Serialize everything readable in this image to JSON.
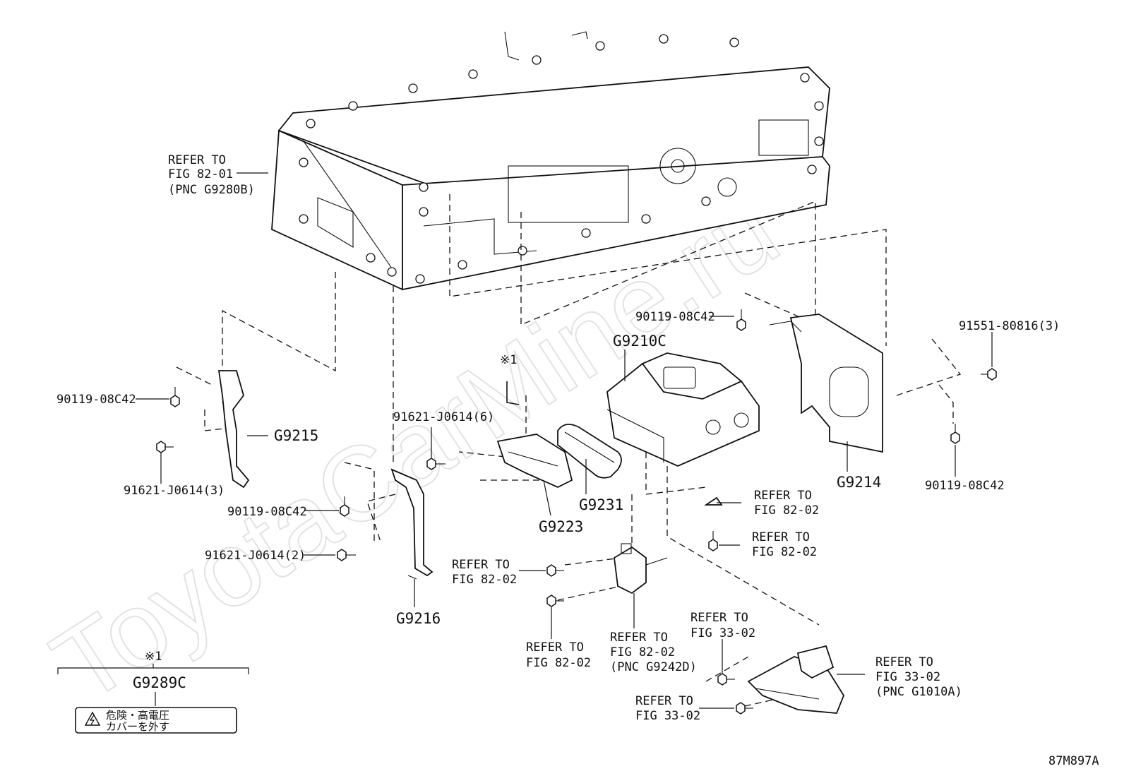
{
  "watermark": "ToyotaCarMine.ru",
  "figure_code": "87M897A",
  "callouts": {
    "refer_main_1": "REFER TO",
    "refer_main_2": "FIG 82-01",
    "refer_main_3": "(PNC G9280B)",
    "g9210c": "G9210C",
    "bolt_top_center": "90119-08C42",
    "bolt_right_top": "91551-80816(3)",
    "g9214": "G9214",
    "bolt_right_bottom": "90119-08C42",
    "note_mark_1": "※1",
    "bolt_left_top": "90119-08C42",
    "g9215": "G9215",
    "bolt_left_mid": "91621-J0614(3)",
    "bolt_cover": "91621-J0614(6)",
    "g9231": "G9231",
    "g9223": "G9223",
    "bolt_left_low": "90119-08C42",
    "bolt_left_bottom": "91621-J0614(2)",
    "g9216": "G9216",
    "refer_r1_1": "REFER TO",
    "refer_r1_2": "FIG 82-02",
    "refer_r2_1": "REFER TO",
    "refer_r2_2": "FIG 82-02",
    "refer_c1_1": "REFER TO",
    "refer_c1_2": "FIG 82-02",
    "refer_c2_1": "REFER TO",
    "refer_c2_2": "FIG 82-02",
    "refer_c3_1": "REFER TO",
    "refer_c3_2": "FIG 82-02",
    "refer_c3_3": "(PNC G9242D)",
    "refer_m1_1": "REFER TO",
    "refer_m1_2": "FIG 33-02",
    "refer_m2_1": "REFER TO",
    "refer_m2_2": "FIG 33-02",
    "refer_m2_3": "(PNC G1010A)",
    "refer_m3_1": "REFER TO",
    "refer_m3_2": "FIG 33-02"
  },
  "legend": {
    "note_mark": "※1",
    "part_no": "G9289C",
    "warning_line_1": "危険・高電圧",
    "warning_line_2": "カバーを外す"
  }
}
